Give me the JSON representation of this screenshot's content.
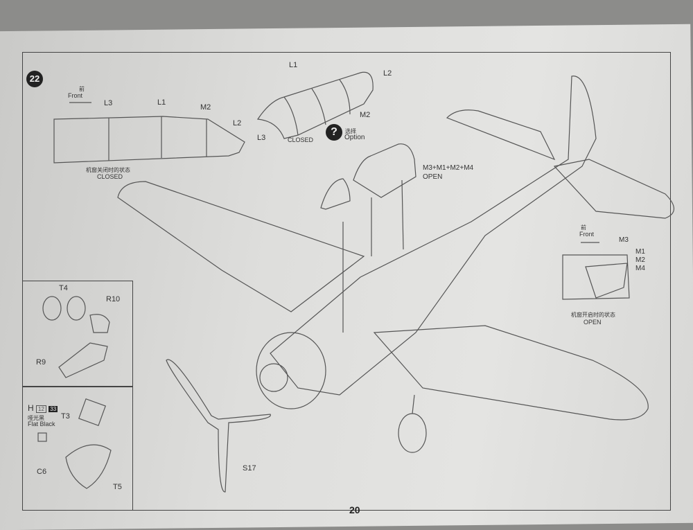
{
  "step_number": "22",
  "page_number": "20",
  "closed_detail": {
    "front_cn": "前",
    "front": "Front",
    "labels": [
      "L3",
      "L1",
      "M2",
      "L2"
    ],
    "caption_cn": "机窗关闭时的状态",
    "caption": "CLOSED"
  },
  "canopy_closed": {
    "labels": [
      "L1",
      "L2",
      "M2",
      "L3"
    ],
    "caption": "CLOSED"
  },
  "option": {
    "icon": "question-icon",
    "symbol": "?",
    "label_cn": "选择",
    "label": "Option"
  },
  "canopy_open": {
    "label": "M3+M1+M2+M4",
    "caption": "OPEN"
  },
  "open_detail": {
    "front_cn": "前",
    "front": "Front",
    "labels": [
      "M3",
      "M1",
      "M2",
      "M4"
    ],
    "caption_cn": "机窗开启时的状态",
    "caption": "OPEN"
  },
  "gunsight_inset": {
    "labels": [
      "T4",
      "R10",
      "R9"
    ]
  },
  "panel_inset": {
    "paint_letter": "H",
    "paint_code_1": "12",
    "paint_code_2": "33",
    "paint_name_cn": "哑光黑",
    "paint_name": "Flat Black",
    "labels": [
      "T3",
      "C6",
      "T5"
    ]
  },
  "propeller_label": "S17"
}
